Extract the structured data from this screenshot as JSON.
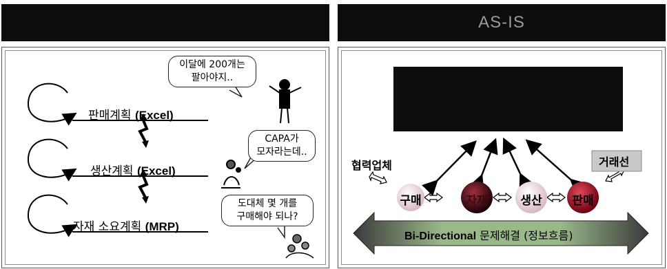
{
  "left_header": {
    "title": ""
  },
  "right_header": {
    "title": "AS-IS"
  },
  "left_panel": {
    "plans": [
      {
        "name": "판매계획 ",
        "tool": "(Excel)"
      },
      {
        "name": "생산계획 ",
        "tool": "(Excel)"
      },
      {
        "name": "자재 소요계획 ",
        "tool": "(MRP)"
      }
    ],
    "bubbles": [
      {
        "line1": "이달에 200개는",
        "line2": "팔아야지.."
      },
      {
        "line1": "CAPA가",
        "line2": "모자라는데.."
      },
      {
        "line1": "도대체 몇 개를",
        "line2": "구매해야 되나?"
      }
    ]
  },
  "right_panel": {
    "partner_label": "협력업체",
    "customer_label": "거래선",
    "nodes": [
      "구매",
      "자재",
      "생산",
      "판매"
    ],
    "banner_bold": "Bi-Directional",
    "banner_text": " 문제해결 (정보흐름)"
  },
  "colors": {
    "header_bg": "#0d0d0d",
    "accent_red": "#b0102a",
    "banner_green": "#8fb07a"
  }
}
